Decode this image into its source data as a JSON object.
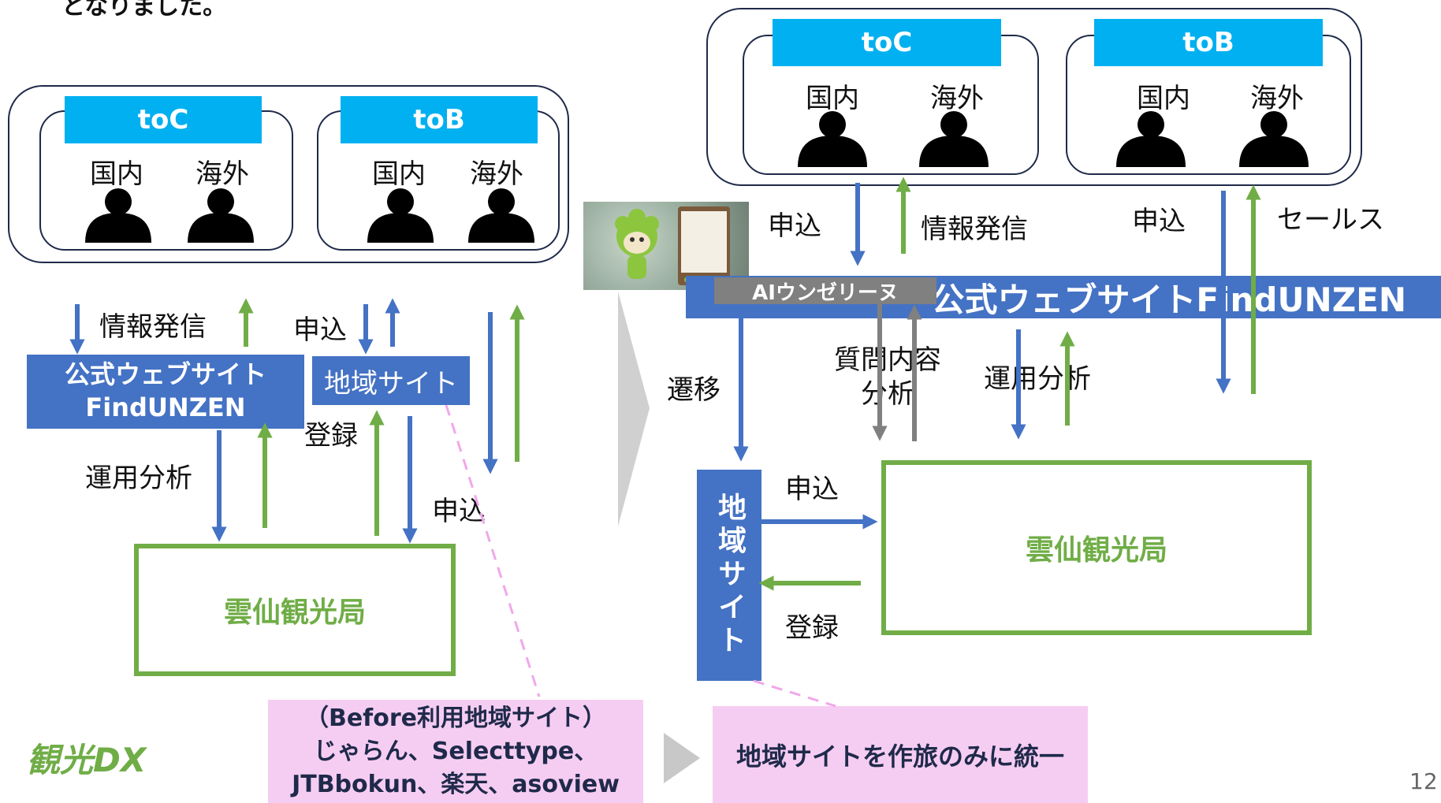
{
  "top_text": "となりました。",
  "before": {
    "toc_label": "toC",
    "tob_label": "toB",
    "domestic": "国内",
    "overseas": "海外",
    "info_label": "情報発信",
    "apply_label_top": "申込",
    "website_box": "公式ウェブサイト\nFindUNZEN",
    "regional_site_box": "地域サイト",
    "register_label": "登録",
    "analysis_label": "運用分析",
    "apply_label_bottom": "申込",
    "bureau_label": "雲仙観光局"
  },
  "after": {
    "toc_label": "toC",
    "tob_label": "toB",
    "domestic": "国内",
    "overseas": "海外",
    "apply_label_left": "申込",
    "info_label": "情報発信",
    "apply_label_right": "申込",
    "sales_label": "セールス",
    "ai_label": "AIウンゼリーヌ",
    "website_bar": "公式ウェブサイトFindUNZEN",
    "transition_label": "遷移",
    "question_label": "質問内容\n分析",
    "analysis_label": "運用分析",
    "regional_site_vertical": "地域サイト",
    "apply_label_bottom": "申込",
    "register_label": "登録",
    "bureau_label": "雲仙観光局"
  },
  "notes": {
    "before_note": "（Before利用地域サイト）\nじゃらん、Selecttype、\nJTBbokun、楽天、asoview",
    "after_note": "地域サイトを作旅のみに統一"
  },
  "footer": {
    "logo_text": "観光DX",
    "page_number": "12"
  },
  "colors": {
    "blue": "#4472c4",
    "green": "#70ad47",
    "cyan": "#00b0f0",
    "pink": "#f6cdf2",
    "gray": "#808080",
    "navy": "#1f2a4a"
  }
}
